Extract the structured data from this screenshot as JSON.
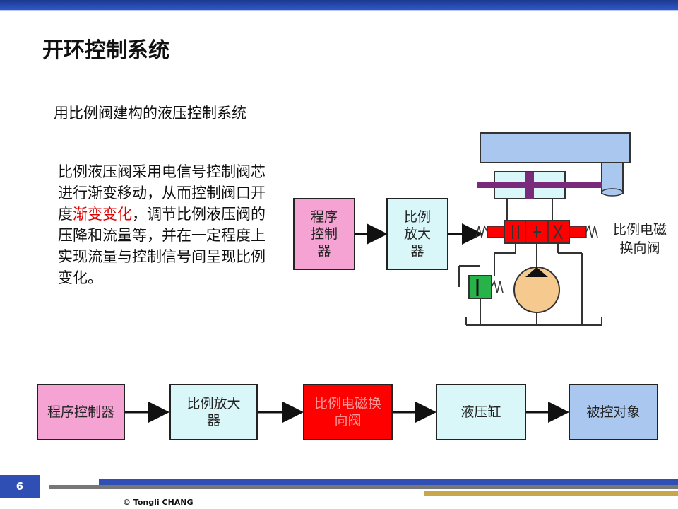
{
  "slide": {
    "title": "开环控制系统",
    "subtitle": "用比例阀建构的液压控制系统",
    "description": {
      "part1": "比例液压阀采用电信号控制阀芯进行渐变移动，从而控制阀口开度",
      "highlight": "渐变变化",
      "part2": "，调节比例液压阀的压降和流量等，并在一定程度上实现流量与控制信号间呈现比例变化。"
    },
    "page_number": "6",
    "copyright": "© Tongli  CHANG"
  },
  "schematic": {
    "program_controller": "程序控制器",
    "proportional_amplifier": "比例放大器",
    "valve_label": "比例电磁换向阀"
  },
  "flow": [
    {
      "label": "程序控制器",
      "color": "#f5a3d3"
    },
    {
      "label": "比例放大器",
      "color": "#d9f6f9"
    },
    {
      "label": "比例电磁换向阀",
      "color": "#ff0000"
    },
    {
      "label": "液压缸",
      "color": "#d9f6f9"
    },
    {
      "label": "被控对象",
      "color": "#a9c7ef"
    }
  ]
}
